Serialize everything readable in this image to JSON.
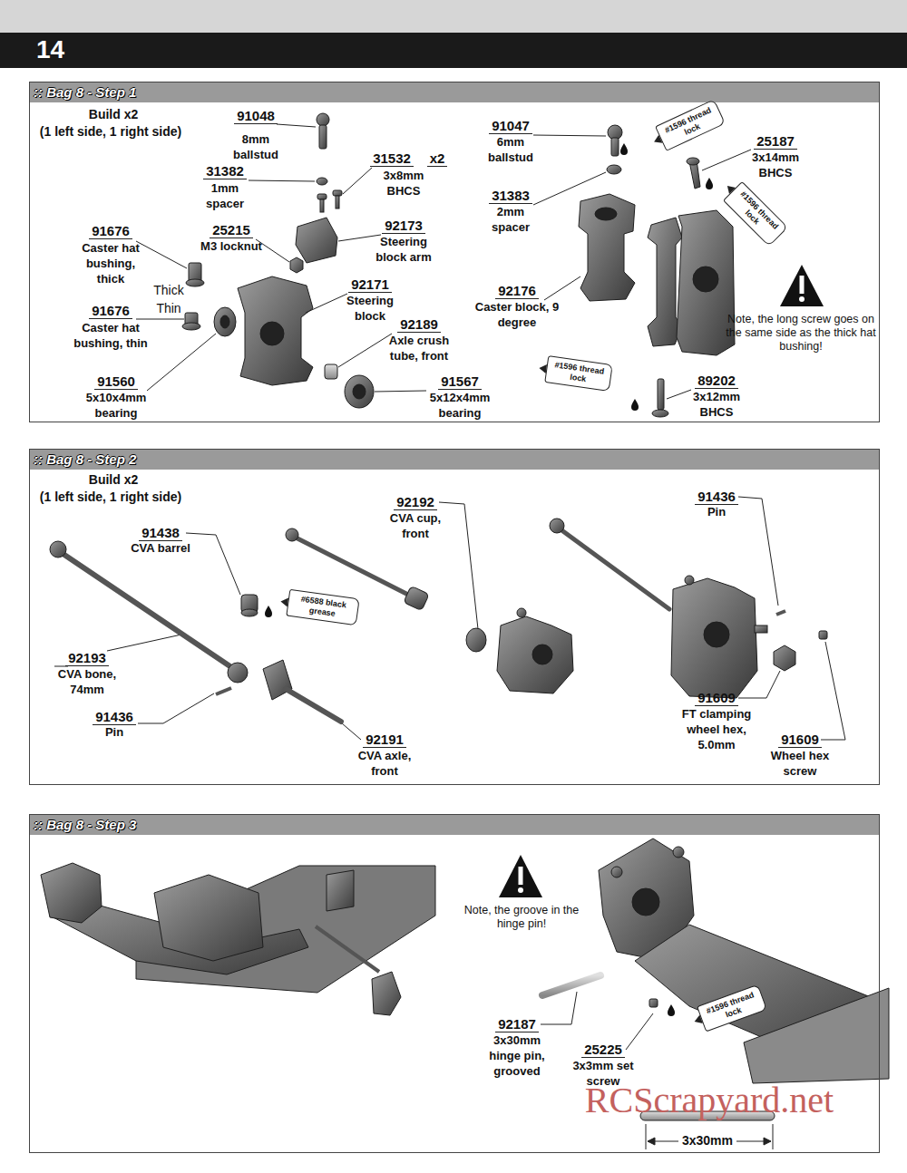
{
  "diagram": {
    "nodes": [
      {
        "text": [
          "14"
        ]
      },
      {
        "text": [
          ":: Bag 8 - Step 1"
        ]
      },
      {
        "text": [
          "#1596 thread lock"
        ],
        "in": 1
      },
      {
        "text": [
          "#1596 thread lock"
        ],
        "in": 1
      },
      {
        "text": [
          "#1596 thread lock"
        ],
        "in": 1
      },
      {
        "text": [
          ":: Bag 8 - Step 2"
        ]
      },
      {
        "text": [
          "#6588 black grease"
        ],
        "in": 5
      },
      {
        "text": [
          ":: Bag 8 - Step 3"
        ]
      },
      {
        "text": [
          "#1596 thread lock"
        ],
        "in": 7
      }
    ],
    "labels": [
      "Build x2",
      "(1 left side, 1 right side)",
      "91048",
      "8mm ballstud",
      "31382",
      "1mm spacer",
      "31532",
      "x2",
      "3x8mm BHCS",
      "91676",
      "Caster hat bushing, thick",
      "Thick",
      "Thin",
      "25215",
      "M3 locknut",
      "92173",
      "Steering block arm",
      "92171",
      "Steering block",
      "91676",
      "Caster hat bushing, thin",
      "92189",
      "Axle crush tube, front",
      "91560",
      "5x10x4mm bearing",
      "91567",
      "5x12x4mm bearing",
      "91047",
      "6mm ballstud",
      "25187",
      "3x14mm BHCS",
      "31383",
      "2mm spacer",
      "92176",
      "Caster block, 9 degree",
      "Note, the long screw goes on the same side as the thick hat bushing!",
      "89202",
      "3x12mm BHCS",
      "Build x2",
      "(1 left side, 1 right side)",
      "91438",
      "CVA barrel",
      "92192",
      "CVA cup, front",
      "91436",
      "Pin",
      "92193",
      "CVA bone, 74mm",
      "91436",
      "Pin",
      "92191",
      "CVA axle, front",
      "91609",
      "FT clamping wheel hex, 5.0mm",
      "91609",
      "Wheel hex screw",
      "Note, the groove in the hinge pin!",
      "92187",
      "3x30mm hinge pin, grooved",
      "25225",
      "3x3mm set screw",
      "3x30mm",
      "RCScrapyard.net"
    ]
  }
}
